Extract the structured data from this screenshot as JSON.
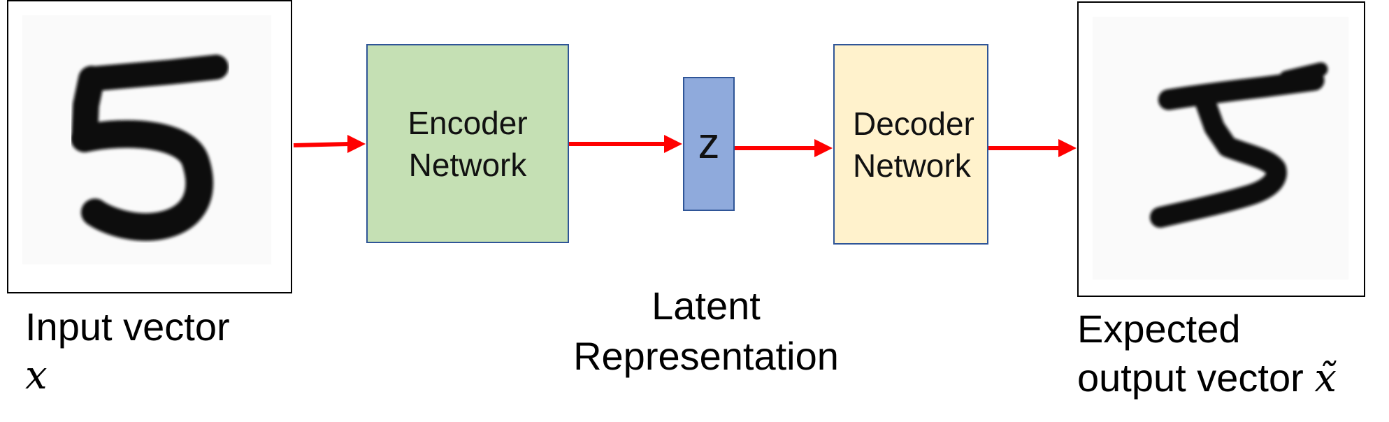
{
  "colors": {
    "encoder_fill": "#c5e0b4",
    "latent_fill": "#8faadc",
    "decoder_fill": "#fff2cc",
    "box_border": "#2f5597",
    "arrow": "#ff0000"
  },
  "input": {
    "label_line1": "Input vector",
    "symbol": "x",
    "image": "handwritten-digit-5"
  },
  "encoder": {
    "line1": "Encoder",
    "line2": "Network"
  },
  "latent": {
    "symbol": "z",
    "caption_line1": "Latent",
    "caption_line2": "Representation"
  },
  "decoder": {
    "line1": "Decoder",
    "line2": "Network"
  },
  "output": {
    "label_line1": "Expected",
    "label_line2": "output vector",
    "symbol": "x̃",
    "image": "reconstructed-digit-5"
  },
  "icons": {
    "arrow": "right-arrow-icon"
  }
}
